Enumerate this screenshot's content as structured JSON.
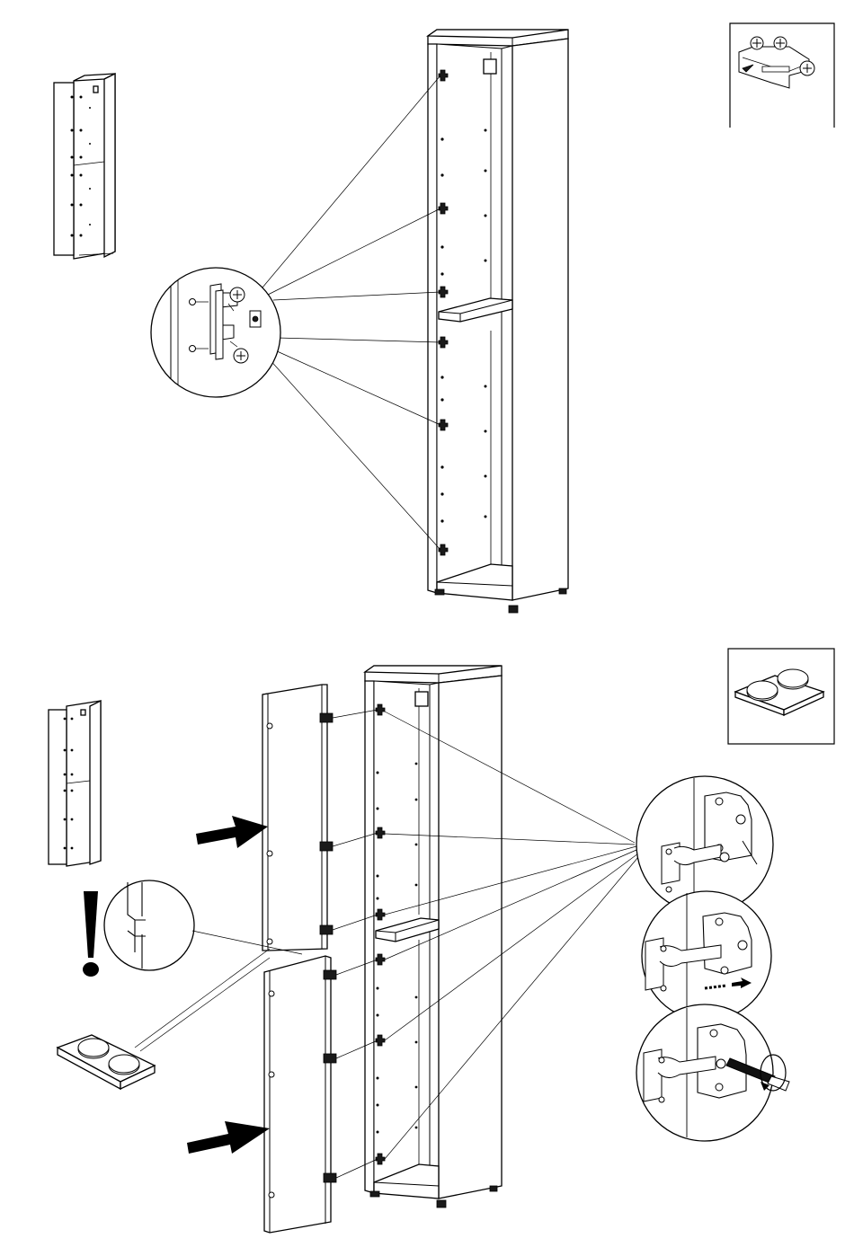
{
  "page": {
    "background": "#ffffff",
    "line_color": "#000000"
  },
  "steps": [
    {
      "step": "mount-hinge-plates",
      "hinge_plate_count": 6,
      "icons": [
        "cabinet-thumbnail-icon",
        "hinge-plate-screws-icon",
        "hinge-plate-detail-icon"
      ]
    },
    {
      "step": "attach-doors",
      "door_count": 2,
      "hinge_count": 6,
      "icons": [
        "cabinet-thumbnail-icon",
        "bumper-pads-icon",
        "warning-exclamation-icon",
        "push-arrow-icon",
        "hinge-adjust-icon",
        "screwdriver-icon"
      ]
    }
  ]
}
